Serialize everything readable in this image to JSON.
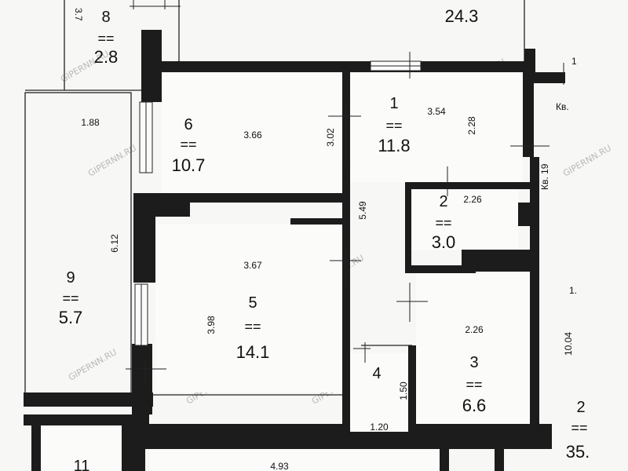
{
  "watermark": "GIPERNN.RU",
  "area_marker": "==",
  "rooms": [
    {
      "id": "8",
      "number": "8",
      "area": "2.8"
    },
    {
      "id": "6",
      "number": "6",
      "area": "10.7"
    },
    {
      "id": "1",
      "number": "1",
      "area": "11.8"
    },
    {
      "id": "2",
      "number": "2",
      "area": "3.0"
    },
    {
      "id": "5",
      "number": "5",
      "area": "14.1"
    },
    {
      "id": "9",
      "number": "9",
      "area": "5.7"
    },
    {
      "id": "4",
      "number": "4",
      "area": ""
    },
    {
      "id": "3",
      "number": "3",
      "area": "6.6"
    },
    {
      "id": "2b",
      "number": "2",
      "area": "35."
    },
    {
      "id": "11",
      "number": "11",
      "area": ""
    }
  ],
  "top_area": "24.3",
  "dimensions": {
    "top_left": "3.7",
    "r9_width": "1.88",
    "r9_length": "6.12",
    "r6_width": "3.66",
    "r6_height": "3.02",
    "r1_width": "3.54",
    "r1_height": "2.28",
    "corridor": "5.49",
    "r2_width": "2.26",
    "r5_width": "3.67",
    "r5_height": "3.98",
    "r3_width": "2.26",
    "r4_height": "1.50",
    "r4_width": "1.20",
    "bottom": "4.93",
    "right_len": "10.04"
  },
  "labels": {
    "kv_top": "Кв.",
    "kv_19": "Кв. 19",
    "one_top": "1",
    "one_right": "1."
  }
}
